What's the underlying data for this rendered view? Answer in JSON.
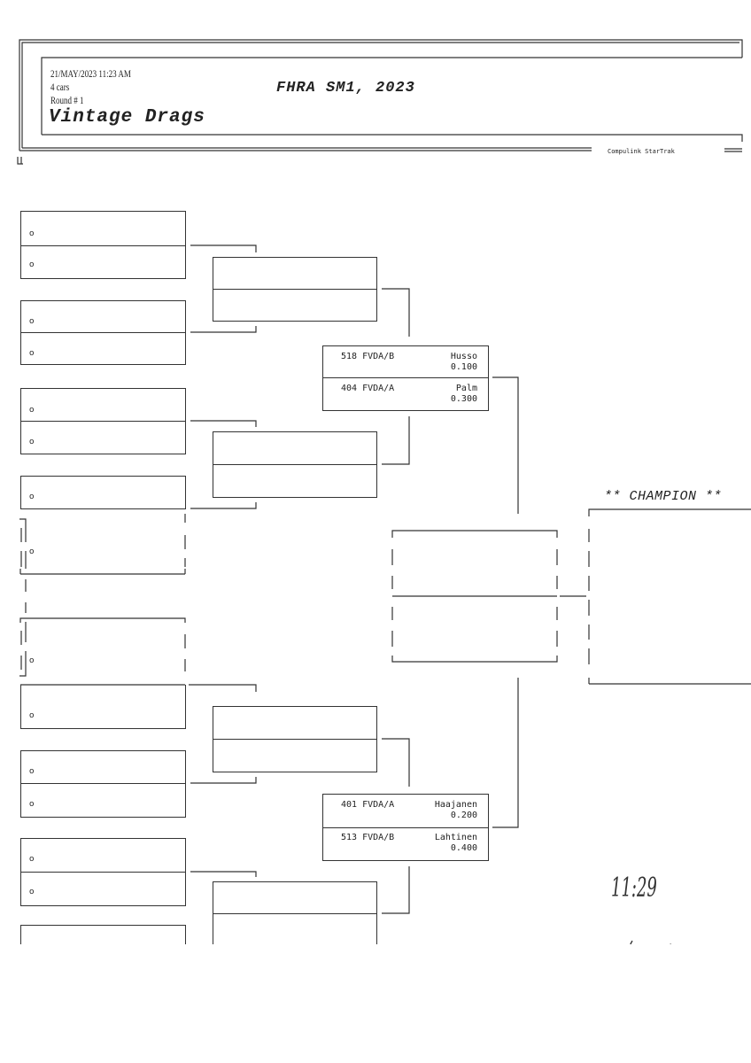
{
  "header": {
    "datetime": "21/MAY/2023   11:23 AM",
    "cars": "4 cars",
    "round": "Round # 1",
    "event_title": "FHRA SM1, 2023",
    "class_title": "Vintage Drags",
    "brand": "Compulink  StarTrak"
  },
  "round1": {
    "lane_marker": "o"
  },
  "semifinals": [
    {
      "top": {
        "car": "518 FVDA/B",
        "driver": "Husso",
        "value": "0.100"
      },
      "bottom": {
        "car": "404 FVDA/A",
        "driver": "Palm",
        "value": "0.300"
      }
    },
    {
      "top": {
        "car": "401 FVDA/A",
        "driver": "Haajanen",
        "value": "0.200"
      },
      "bottom": {
        "car": "513 FVDA/B",
        "driver": "Lahtinen",
        "value": "0.400"
      }
    }
  ],
  "champion": {
    "label": "** CHAMPION **"
  },
  "handwritten": {
    "time": "11:29",
    "signature": "signature"
  }
}
